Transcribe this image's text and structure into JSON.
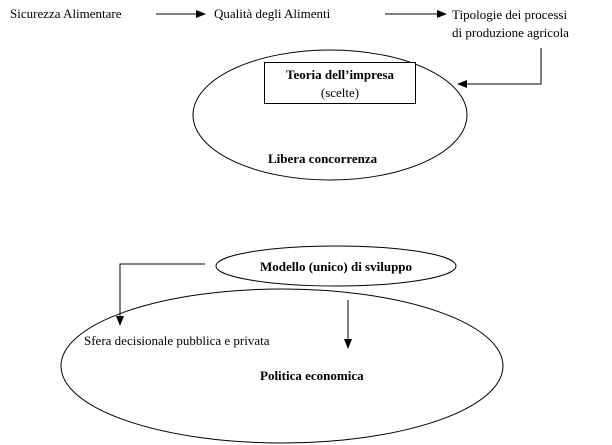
{
  "flow": {
    "step1": "Sicurezza Alimentare",
    "step2": "Qualità degli Alimenti",
    "step3_line1": "Tipologie dei processi",
    "step3_line2": "di produzione agricola"
  },
  "upper_ellipse": {
    "box_title": "Teoria  dell’impresa",
    "box_subtitle": "(scelte)",
    "label": "Libera concorrenza"
  },
  "lower": {
    "model_label": "Modello (unico) di sviluppo",
    "sphere_label": "Sfera decisionale pubblica e privata",
    "policy_label": "Politica economica"
  },
  "colors": {
    "stroke": "#000000",
    "background": "#ffffff"
  }
}
